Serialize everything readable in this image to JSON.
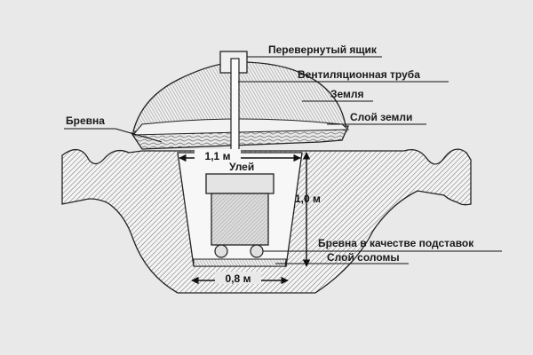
{
  "labels": {
    "box": "Перевернутый ящик",
    "vent": "Вентиляционная труба",
    "earth": "Земля",
    "soil_layer": "Слой земли",
    "logs": "Бревна",
    "hive": "Улей",
    "stand_logs": "Бревна в качестве подставок",
    "straw": "Слой соломы"
  },
  "dimensions": {
    "top_width": "1,1 м",
    "depth": "1,0 м",
    "bottom_width": "0,8 м"
  },
  "colors": {
    "background": "#e9e9e9",
    "ink": "#1a1a1a",
    "hatch": "#555555"
  }
}
